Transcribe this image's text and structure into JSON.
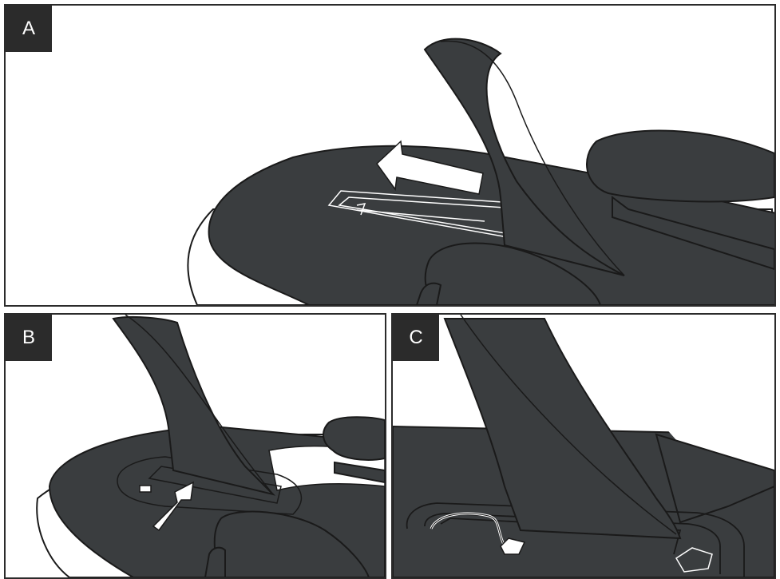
{
  "panels": [
    {
      "label": "A"
    },
    {
      "label": "B"
    },
    {
      "label": "C"
    }
  ],
  "colors": {
    "fin": "#3a3d3f",
    "pad": "#3a3d3f",
    "outline": "#1a1a1a",
    "board": "#ffffff",
    "arrow": "#ffffff"
  }
}
